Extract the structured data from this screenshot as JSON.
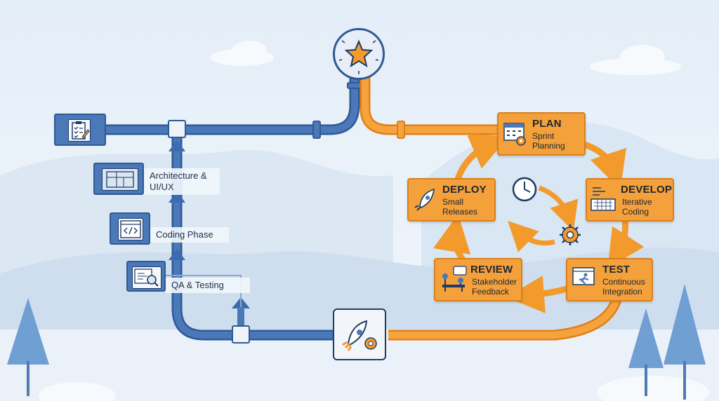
{
  "colors": {
    "waterfall_blue": "#4a78b8",
    "agile_orange": "#f39a2c",
    "background": "#e9f1fa"
  },
  "waterfall": {
    "start_icon": "clipboard-checklist-icon",
    "stages": [
      {
        "label": "Architecture &\nUI/UX",
        "icon": "blueprint-icon"
      },
      {
        "label": "Coding Phase",
        "icon": "code-window-icon"
      },
      {
        "label": "QA & Testing",
        "icon": "magnifier-code-icon"
      }
    ]
  },
  "goal": {
    "icon": "star-icon"
  },
  "launch": {
    "icon": "rocket-gear-icon"
  },
  "agile": {
    "center_icons": [
      "clock-icon",
      "gear-icon"
    ],
    "stages": [
      {
        "title": "PLAN",
        "subtitle": "Sprint\nPlanning",
        "icon": "calendar-gear-icon"
      },
      {
        "title": "DEVELOP",
        "subtitle": "Iterative\nCoding",
        "icon": "keyboard-code-icon"
      },
      {
        "title": "TEST",
        "subtitle": "Continuous\nIntegration",
        "icon": "runner-window-icon"
      },
      {
        "title": "REVIEW",
        "subtitle": "Stakeholder\nFeedback",
        "icon": "meeting-icon"
      },
      {
        "title": "DEPLOY",
        "subtitle": "Small\nReleases",
        "icon": "rocket-icon"
      }
    ]
  }
}
